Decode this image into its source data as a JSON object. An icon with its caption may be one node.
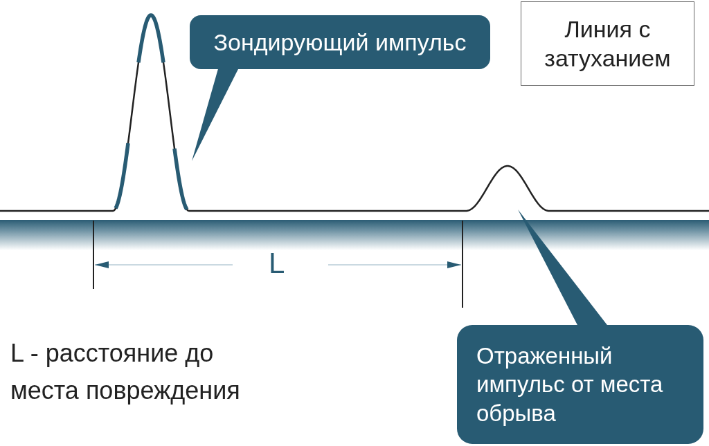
{
  "diagram": {
    "nodes": [
      {
        "text": [
          "Зондирующий импульс"
        ]
      },
      {
        "text": [],
        "shape": "curve"
      },
      {
        "text": [
          "Линия с затуханием"
        ]
      },
      {
        "text": [],
        "shape": "curve"
      },
      {
        "text": [
          "Отраженный импульс от места обрыва"
        ]
      }
    ],
    "edges": [
      {
        "from": 0,
        "to": 1,
        "arrow": "none"
      },
      {
        "from": 4,
        "to": 3,
        "arrow": "none"
      }
    ],
    "labels": [
      "L",
      "L - расстояние до места повреждения"
    ]
  }
}
